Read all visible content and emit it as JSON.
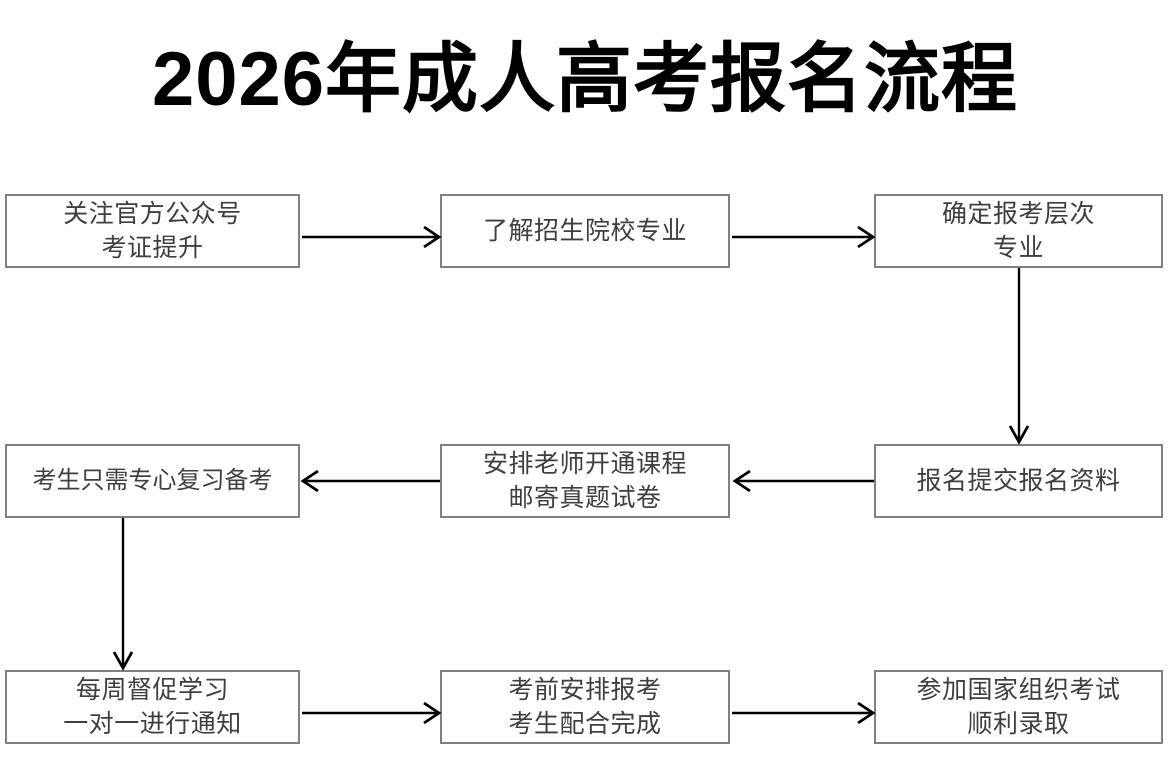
{
  "document": {
    "title": "2026年成人高考报名流程",
    "type": "flowchart",
    "border_color": "#808080",
    "text_color": "#3f3f3f",
    "arrow_color": "#000000",
    "background": "#ffffff"
  },
  "nodes": [
    {
      "id": "node-1",
      "name": "follow-official-account",
      "lines": [
        "关注官方公众号",
        "考证提升"
      ],
      "row": 1,
      "column": "a"
    },
    {
      "id": "node-2",
      "name": "learn-schools-majors",
      "lines": [
        "了解招生院校专业"
      ],
      "row": 1,
      "column": "b"
    },
    {
      "id": "node-3",
      "name": "confirm-level-major",
      "lines": [
        "确定报考层次",
        "专业"
      ],
      "row": 1,
      "column": "c"
    },
    {
      "id": "node-4",
      "name": "focus-on-review",
      "lines": [
        "考生只需专心复习备考"
      ],
      "row": 2,
      "column": "a"
    },
    {
      "id": "node-5",
      "name": "teacher-opens-course",
      "lines": [
        "安排老师开通课程",
        "邮寄真题试卷"
      ],
      "row": 2,
      "column": "b"
    },
    {
      "id": "node-6",
      "name": "submit-application-materials",
      "lines": [
        "报名提交报名资料"
      ],
      "row": 2,
      "column": "c"
    },
    {
      "id": "node-7",
      "name": "weekly-study-supervision",
      "lines": [
        "每周督促学习",
        "一对一进行通知"
      ],
      "row": 3,
      "column": "a"
    },
    {
      "id": "node-8",
      "name": "pre-exam-registration",
      "lines": [
        "考前安排报考",
        "考生配合完成"
      ],
      "row": 3,
      "column": "b"
    },
    {
      "id": "node-9",
      "name": "take-national-exam",
      "lines": [
        "参加国家组织考试",
        "顺利录取"
      ],
      "row": 3,
      "column": "c"
    }
  ],
  "connectors": [
    {
      "name": "arrow-node1-to-node2",
      "from": "node-1",
      "to": "node-2",
      "direction": "right"
    },
    {
      "name": "arrow-node2-to-node3",
      "from": "node-2",
      "to": "node-3",
      "direction": "right"
    },
    {
      "name": "arrow-node3-to-node6",
      "from": "node-3",
      "to": "node-6",
      "direction": "down"
    },
    {
      "name": "arrow-node6-to-node5",
      "from": "node-6",
      "to": "node-5",
      "direction": "left"
    },
    {
      "name": "arrow-node5-to-node4",
      "from": "node-5",
      "to": "node-4",
      "direction": "left"
    },
    {
      "name": "arrow-node4-to-node7",
      "from": "node-4",
      "to": "node-7",
      "direction": "down"
    },
    {
      "name": "arrow-node7-to-node8",
      "from": "node-7",
      "to": "node-8",
      "direction": "right"
    },
    {
      "name": "arrow-node8-to-node9",
      "from": "node-8",
      "to": "node-9",
      "direction": "right"
    }
  ]
}
